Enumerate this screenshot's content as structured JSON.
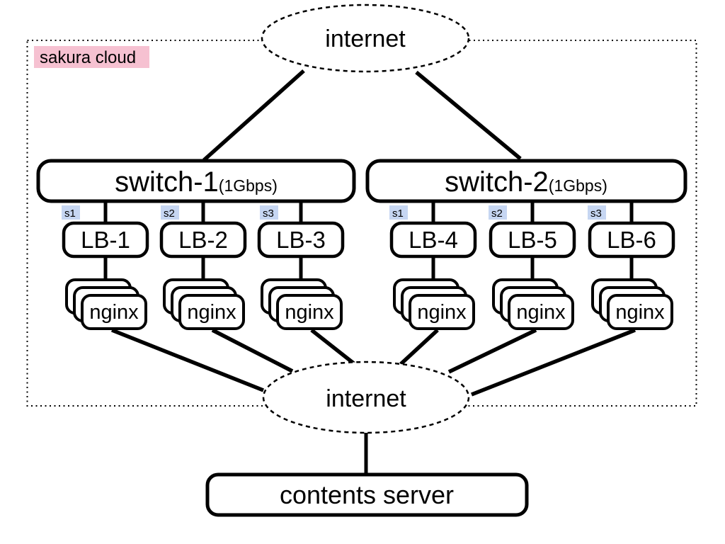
{
  "diagram": {
    "title_label": "sakura cloud",
    "internet_top": "internet",
    "internet_bottom": "internet",
    "contents_server_label": "contents server",
    "nginx_label": "nginx",
    "switches": [
      {
        "name": "switch-1",
        "speed": "(1Gbps)"
      },
      {
        "name": "switch-2",
        "speed": "(1Gbps)"
      }
    ],
    "load_balancers": [
      {
        "label": "LB-1",
        "port": "s1"
      },
      {
        "label": "LB-2",
        "port": "s2"
      },
      {
        "label": "LB-3",
        "port": "s3"
      },
      {
        "label": "LB-4",
        "port": "s1"
      },
      {
        "label": "LB-5",
        "port": "s2"
      },
      {
        "label": "LB-6",
        "port": "s3"
      }
    ],
    "colors": {
      "cloud_label_bg": "#F6C1D1",
      "port_label_bg": "#C6D6F2",
      "stroke": "#000000",
      "node_fill": "#FFFFFF"
    }
  }
}
